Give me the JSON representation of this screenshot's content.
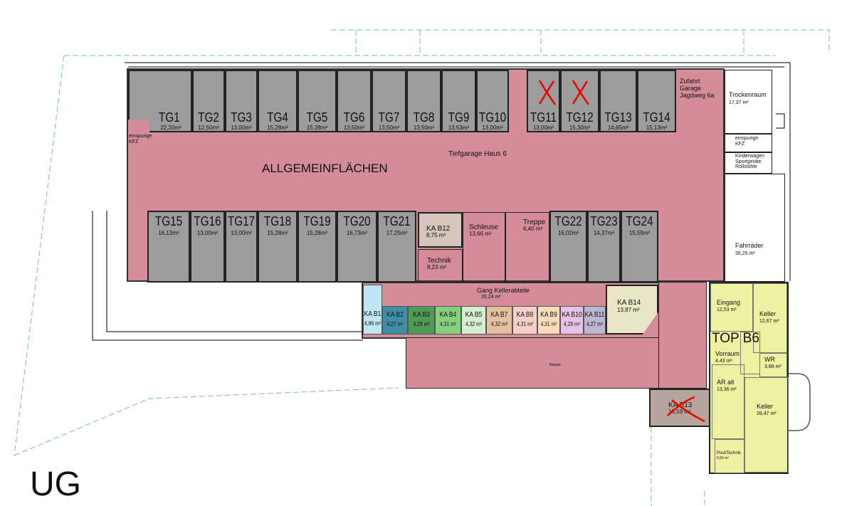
{
  "floor_label": "UG",
  "main": {
    "title": "ALLGEMEINFLÄCHEN",
    "subtitle": "Tiefgarage Haus 6"
  },
  "colors": {
    "garage": "#9c9c9c",
    "common": "#d48c98",
    "apartment": "#eef0a2",
    "cellar": "#d6c5bb"
  },
  "garages": [
    {
      "name": "TG1",
      "area": "22,20m²"
    },
    {
      "name": "TG2",
      "area": "12,50m²"
    },
    {
      "name": "TG3",
      "area": "13,00m²"
    },
    {
      "name": "TG4",
      "area": "15,28m²"
    },
    {
      "name": "TG5",
      "area": "15,28m²"
    },
    {
      "name": "TG6",
      "area": "13,50m²"
    },
    {
      "name": "TG7",
      "area": "13,50m²"
    },
    {
      "name": "TG8",
      "area": "13,50m²"
    },
    {
      "name": "TG9",
      "area": "13,53m²"
    },
    {
      "name": "TG10",
      "area": "13,00m²"
    },
    {
      "name": "TG11",
      "area": "13,00m²",
      "crossed": true
    },
    {
      "name": "TG12",
      "area": "15,30m²",
      "crossed": true
    },
    {
      "name": "TG13",
      "area": "14,65m²"
    },
    {
      "name": "TG14",
      "area": "15,13m²"
    },
    {
      "name": "TG15",
      "area": "16,13m²"
    },
    {
      "name": "TG16",
      "area": "13,00m²"
    },
    {
      "name": "TG17",
      "area": "13,00m²"
    },
    {
      "name": "TG18",
      "area": "15,28m²"
    },
    {
      "name": "TG19",
      "area": "15,28m²"
    },
    {
      "name": "TG20",
      "area": "16,73m²"
    },
    {
      "name": "TG21",
      "area": "17,25m²"
    },
    {
      "name": "TG22",
      "area": "16,02m²"
    },
    {
      "name": "TG23",
      "area": "14,37m²"
    },
    {
      "name": "TG24",
      "area": "15,59m²"
    }
  ],
  "cellars": [
    {
      "name": "KA B1",
      "area": "4,86 m²",
      "color": "#bfe6f5"
    },
    {
      "name": "KA B2",
      "area": "4,27 m²",
      "color": "#3f8ea6"
    },
    {
      "name": "KA B3",
      "area": "4,29 m²",
      "color": "#4f9a55"
    },
    {
      "name": "KA B4",
      "area": "4,31 m²",
      "color": "#86cf7c"
    },
    {
      "name": "KA B5",
      "area": "4,32 m²",
      "color": "#d4efcf"
    },
    {
      "name": "KA B7",
      "area": "4,32 m²",
      "color": "#e4c0a0"
    },
    {
      "name": "KA B8",
      "area": "4,31 m²",
      "color": "#f6cfc8"
    },
    {
      "name": "KA B9",
      "area": "4,31 m²",
      "color": "#fbdcbc"
    },
    {
      "name": "KA B10",
      "area": "4,29 m²",
      "color": "#e6c2e6"
    },
    {
      "name": "KA B11",
      "area": "4,27 m²",
      "color": "#bcb6d2"
    }
  ],
  "rooms": {
    "ka_b12": {
      "name": "KA B12",
      "area": "8,75 m²"
    },
    "technik": {
      "name": "Technik",
      "area": "8,23 m²"
    },
    "schleuse": {
      "name": "Schleuse",
      "area": "13,66 m²"
    },
    "treppe": {
      "name": "Treppe",
      "area": "6,40 m²"
    },
    "gang": {
      "name": "Gang Kellerabteile",
      "area": "26,24 m²"
    },
    "ka_b14": {
      "name": "KA B14",
      "area": "13,87 m²"
    },
    "ka_b13": {
      "name": "KA B13",
      "area": "13,59 m²"
    },
    "trockenraum": {
      "name": "Trockenraum",
      "area": "17,37 m²"
    },
    "fahrraeder": {
      "name": "Fahrräder",
      "area": "35,25 m²"
    },
    "zufahrt": "Zufahrt Garage Jagdweg 6a",
    "einspurige_right": "einspurige KFZ",
    "kinderwagen": "Kinderwagen Sportgeräte Rollstühle",
    "einspurige_left": "einspurige KFZ",
    "rampe": "Rampe"
  },
  "top_b6": {
    "title": "TOP B6",
    "rooms": [
      {
        "name": "Eingang",
        "area": "12,53 m²"
      },
      {
        "name": "Keller",
        "area": "12,67 m²"
      },
      {
        "name": "Vorraum",
        "area": "4,43 m²"
      },
      {
        "name": "WR",
        "area": "3,88 m²"
      },
      {
        "name": "AR alt",
        "area": "13,36 m²"
      },
      {
        "name": "Keller",
        "area": "26,47 m²"
      },
      {
        "name": "Pool/Technik",
        "area": "5,50 m²"
      }
    ]
  }
}
